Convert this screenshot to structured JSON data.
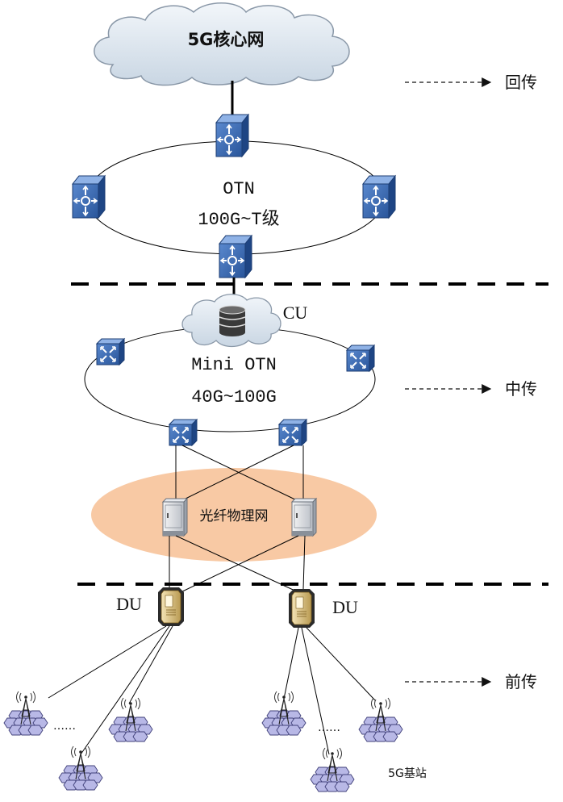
{
  "core": {
    "label": "5G核心网"
  },
  "otn": {
    "line1": "OTN",
    "line2": "100G~T级"
  },
  "cu": {
    "label": "CU"
  },
  "mini_otn": {
    "line1": "Mini OTN",
    "line2": "40G~100G"
  },
  "fiber": {
    "label": "光纤物理网"
  },
  "du": {
    "left_label": "DU",
    "right_label": "DU"
  },
  "legend": {
    "backhaul": "回传",
    "midhaul": "中传",
    "fronthaul": "前传"
  },
  "base_station": {
    "label": "5G基站",
    "ellipsis_left": "……",
    "ellipsis_right": "……"
  },
  "colors": {
    "switch_blue": "#3a6bb5",
    "cloud_fill": "#dde6ef",
    "fiber_fill": "#f8c9a4",
    "tower_purple": "#b8b8e6"
  }
}
